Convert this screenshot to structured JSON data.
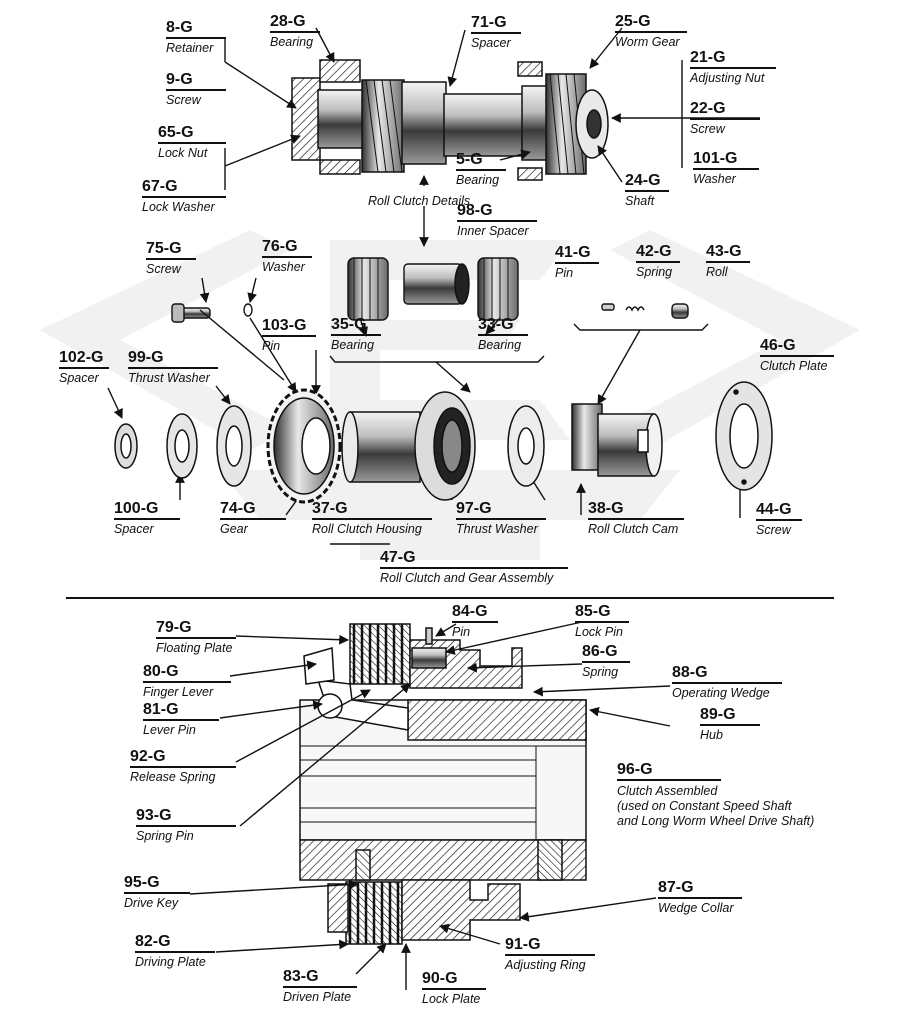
{
  "parts": [
    {
      "id": "retainer",
      "code": "8-G",
      "name": "Retainer"
    },
    {
      "id": "bearing-28",
      "code": "28-G",
      "name": "Bearing"
    },
    {
      "id": "spacer-71",
      "code": "71-G",
      "name": "Spacer"
    },
    {
      "id": "worm-gear",
      "code": "25-G",
      "name": "Worm Gear"
    },
    {
      "id": "adjusting-nut",
      "code": "21-G",
      "name": "Adjusting Nut"
    },
    {
      "id": "screw-9",
      "code": "9-G",
      "name": "Screw"
    },
    {
      "id": "screw-22",
      "code": "22-G",
      "name": "Screw"
    },
    {
      "id": "lock-nut",
      "code": "65-G",
      "name": "Lock Nut"
    },
    {
      "id": "washer-101",
      "code": "101-G",
      "name": "Washer"
    },
    {
      "id": "bearing-5",
      "code": "5-G",
      "name": "Bearing"
    },
    {
      "id": "shaft",
      "code": "24-G",
      "name": "Shaft"
    },
    {
      "id": "lock-washer",
      "code": "67-G",
      "name": "Lock Washer"
    },
    {
      "id": "inner-spacer",
      "code": "98-G",
      "name": "Inner Spacer"
    },
    {
      "id": "screw-75",
      "code": "75-G",
      "name": "Screw"
    },
    {
      "id": "washer-76",
      "code": "76-G",
      "name": "Washer"
    },
    {
      "id": "pin-41",
      "code": "41-G",
      "name": "Pin"
    },
    {
      "id": "spring-42",
      "code": "42-G",
      "name": "Spring"
    },
    {
      "id": "roll",
      "code": "43-G",
      "name": "Roll"
    },
    {
      "id": "pin-103",
      "code": "103-G",
      "name": "Pin"
    },
    {
      "id": "bearing-35",
      "code": "35-G",
      "name": "Bearing"
    },
    {
      "id": "bearing-33",
      "code": "33-G",
      "name": "Bearing"
    },
    {
      "id": "clutch-plate",
      "code": "46-G",
      "name": "Clutch Plate"
    },
    {
      "id": "spacer-102",
      "code": "102-G",
      "name": "Spacer"
    },
    {
      "id": "thrust-washer-99",
      "code": "99-G",
      "name": "Thrust Washer"
    },
    {
      "id": "spacer-100",
      "code": "100-G",
      "name": "Spacer"
    },
    {
      "id": "gear-74",
      "code": "74-G",
      "name": "Gear"
    },
    {
      "id": "roll-clutch-housing",
      "code": "37-G",
      "name": "Roll Clutch Housing"
    },
    {
      "id": "thrust-washer-97",
      "code": "97-G",
      "name": "Thrust Washer"
    },
    {
      "id": "roll-clutch-cam",
      "code": "38-G",
      "name": "Roll Clutch Cam"
    },
    {
      "id": "screw-44",
      "code": "44-G",
      "name": "Screw"
    },
    {
      "id": "roll-clutch-gear-assembly",
      "code": "47-G",
      "name": "Roll Clutch and Gear Assembly"
    },
    {
      "id": "floating-plate",
      "code": "79-G",
      "name": "Floating Plate"
    },
    {
      "id": "pin-84",
      "code": "84-G",
      "name": "Pin"
    },
    {
      "id": "lock-pin",
      "code": "85-G",
      "name": "Lock Pin"
    },
    {
      "id": "finger-lever",
      "code": "80-G",
      "name": "Finger Lever"
    },
    {
      "id": "spring-86",
      "code": "86-G",
      "name": "Spring"
    },
    {
      "id": "operating-wedge",
      "code": "88-G",
      "name": "Operating Wedge"
    },
    {
      "id": "lever-pin",
      "code": "81-G",
      "name": "Lever Pin"
    },
    {
      "id": "hub",
      "code": "89-G",
      "name": "Hub"
    },
    {
      "id": "release-spring",
      "code": "92-G",
      "name": "Release Spring"
    },
    {
      "id": "clutch-assembled",
      "code": "96-G",
      "name": "Clutch Assembled"
    },
    {
      "id": "spring-pin",
      "code": "93-G",
      "name": "Spring Pin"
    },
    {
      "id": "drive-key",
      "code": "95-G",
      "name": "Drive Key"
    },
    {
      "id": "wedge-collar",
      "code": "87-G",
      "name": "Wedge Collar"
    },
    {
      "id": "driving-plate",
      "code": "82-G",
      "name": "Driving Plate"
    },
    {
      "id": "adjusting-ring",
      "code": "91-G",
      "name": "Adjusting Ring"
    },
    {
      "id": "driven-plate",
      "code": "83-G",
      "name": "Driven Plate"
    },
    {
      "id": "lock-plate",
      "code": "90-G",
      "name": "Lock Plate"
    }
  ],
  "notes": {
    "roll_clutch_details": "Roll Clutch Details",
    "clutch_note_line1": "(used on Constant Speed Shaft",
    "clutch_note_line2": "and Long Worm Wheel Drive Shaft)"
  }
}
